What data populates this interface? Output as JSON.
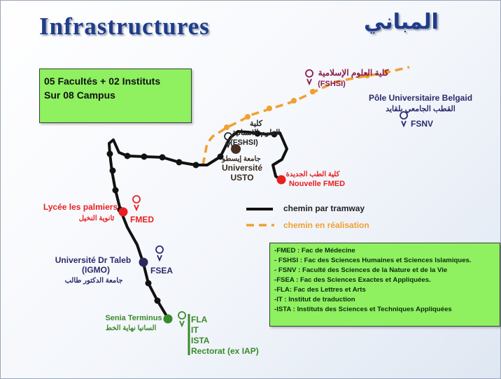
{
  "title_fr": "Infrastructures",
  "title_ar": "المباني",
  "summary": [
    "05 Facultés + 02 Instituts",
    "Sur 08 Campus"
  ],
  "stations": {
    "fshsi_top_ar": "كلية العلوم الإسلامية",
    "fshsi_top": "(FSHSI)",
    "belgaid": "Pôle Universitaire Belgaid",
    "belgaid_ar": "القطب الجامعي بلقايد",
    "fsnv": "FSNV",
    "fshsi_mid_ar1": "كلية",
    "fshsi_mid_ar2": "العلوم الانسانية",
    "fshsi_mid": "(FSHSI)",
    "usto_ar": "جامعة إيسطو",
    "usto1": "Université",
    "usto2": "USTO",
    "fmed_new_ar": "كلية الطب الجديدة",
    "fmed_new": "Nouvelle FMED",
    "lycee": "Lycée les palmiers",
    "lycee_ar": "ثانوية النخيل",
    "fmed": "FMED",
    "taleb1": "Université Dr Taleb",
    "taleb2": "(IGMO)",
    "taleb_ar": "جامعة الدكتور طالب",
    "fsea": "FSEA",
    "senia": "Senia Terminus",
    "senia_ar": "السانيا نهاية الخط",
    "terminus_list": [
      "FLA",
      "IT",
      "ISTA",
      "Rectorat (ex IAP)"
    ]
  },
  "map_legend": {
    "tram": "chemin par tramway",
    "planned": "chemin en réalisation"
  },
  "abbreviations": [
    "-FMED : Fac de Médecine",
    "- FSHSI : Fac des Sciences Humaines et Sciences Islamiques.",
    "- FSNV : Faculté des Sciences de la Nature et de la Vie",
    "-FSEA : Fac des Sciences Exactes et Appliquées.",
    "-FLA: Fac des Lettres et Arts",
    "-IT : Institut de traduction",
    "-ISTA : Instituts des Sciences et Techniques Appliquées"
  ],
  "colors": {
    "title": "#1f3c8c",
    "tram": "#111111",
    "planned": "#f0a030",
    "label_red": "#e82020",
    "label_navy": "#2a2a6a",
    "label_green": "#3a8a2a",
    "box_green": "#8ff060"
  }
}
